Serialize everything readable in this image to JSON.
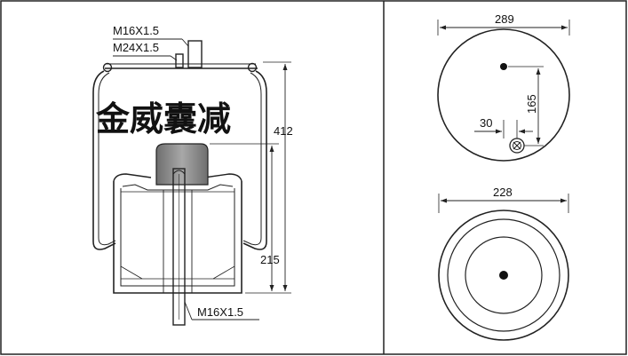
{
  "colors": {
    "line": "#222222",
    "piston_fill": "#8f8f8f",
    "background": "#ffffff"
  },
  "side_view": {
    "labels": {
      "top_thread_1": "M16X1.5",
      "top_thread_2": "M24X1.5",
      "bottom_thread": "M16X1.5",
      "overall_height": "412",
      "piston_height": "215"
    },
    "watermark": "金威囊减"
  },
  "top_view": {
    "diameter": "289",
    "offset_vertical": "165",
    "offset_horizontal": "30"
  },
  "bottom_view": {
    "diameter": "228"
  }
}
